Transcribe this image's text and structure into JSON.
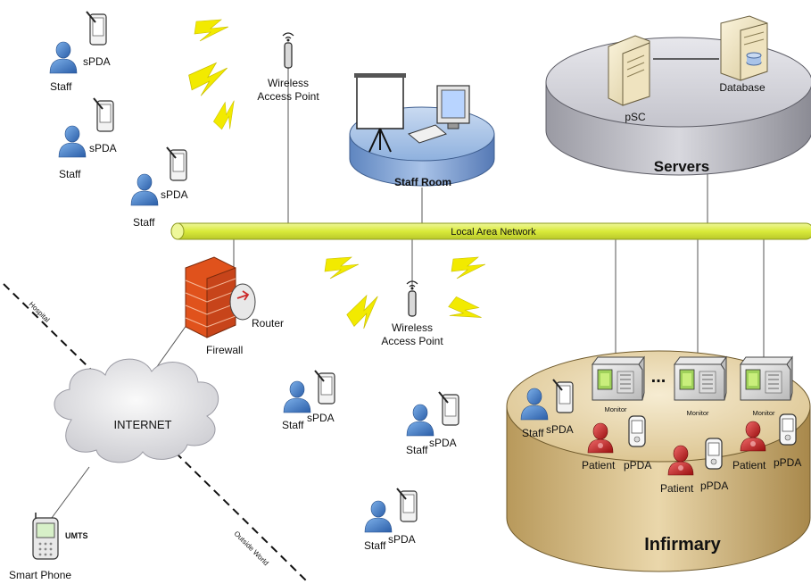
{
  "staff_label": "Staff",
  "spda_label": "sPDA",
  "patient_label": "Patient",
  "ppda_label": "pPDA",
  "monitor_label": "Monitor",
  "wap_line1": "Wireless",
  "wap_line2": "Access Point",
  "lan_label": "Local Area Network",
  "staff_room_label": "Staff Room",
  "servers_label": "Servers",
  "psc_label": "pSC",
  "database_label": "Database",
  "router_label": "Router",
  "firewall_label": "Firewall",
  "internet_label": "INTERNET",
  "umts_label": "UMTS",
  "smartphone_label": "Smart Phone",
  "hospital_label": "Hospital",
  "outside_label": "Outside World",
  "infirmary_label": "Infirmary",
  "ellipsis": "...",
  "colors": {
    "lan": "#d9ea3a",
    "person": "#3d7ac9",
    "patient": "#c81e1e",
    "firewall": "#e0521c",
    "lightning": "#f2ea00",
    "servers_disc": "#bcbcc4",
    "staff_room_disc": "#8fb1de",
    "infirmary_disc": "#d9c089"
  }
}
